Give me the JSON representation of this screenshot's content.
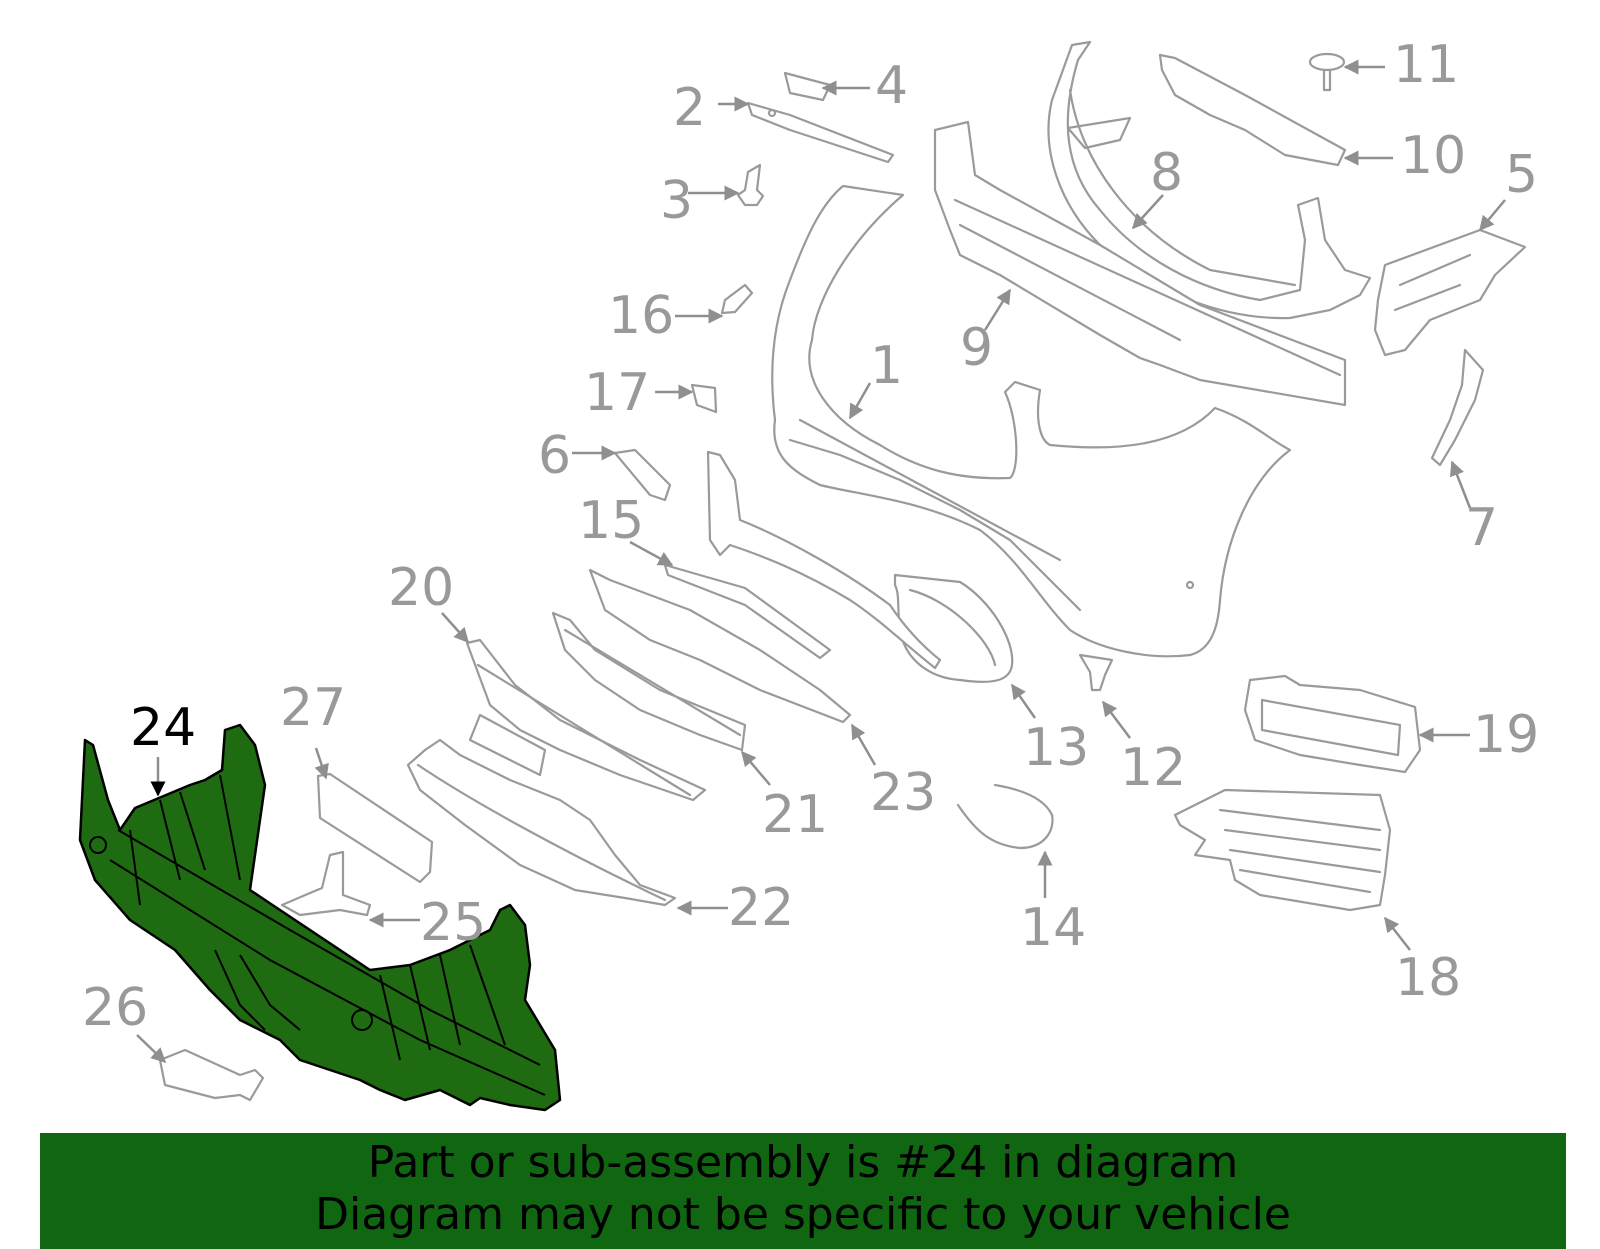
{
  "diagram": {
    "highlighted_part": "24",
    "callouts": [
      "1",
      "2",
      "3",
      "4",
      "5",
      "6",
      "7",
      "8",
      "9",
      "10",
      "11",
      "12",
      "13",
      "14",
      "15",
      "16",
      "17",
      "18",
      "19",
      "20",
      "21",
      "22",
      "23",
      "24",
      "25",
      "26",
      "27"
    ]
  },
  "banner": {
    "line1": "Part or sub-assembly is #24 in diagram",
    "line2": "Diagram may not be specific to your vehicle",
    "background": "#116611"
  },
  "colors": {
    "highlight": "#1e6b12",
    "parts_outline": "#9a9a9a",
    "callout_text": "#999999"
  }
}
